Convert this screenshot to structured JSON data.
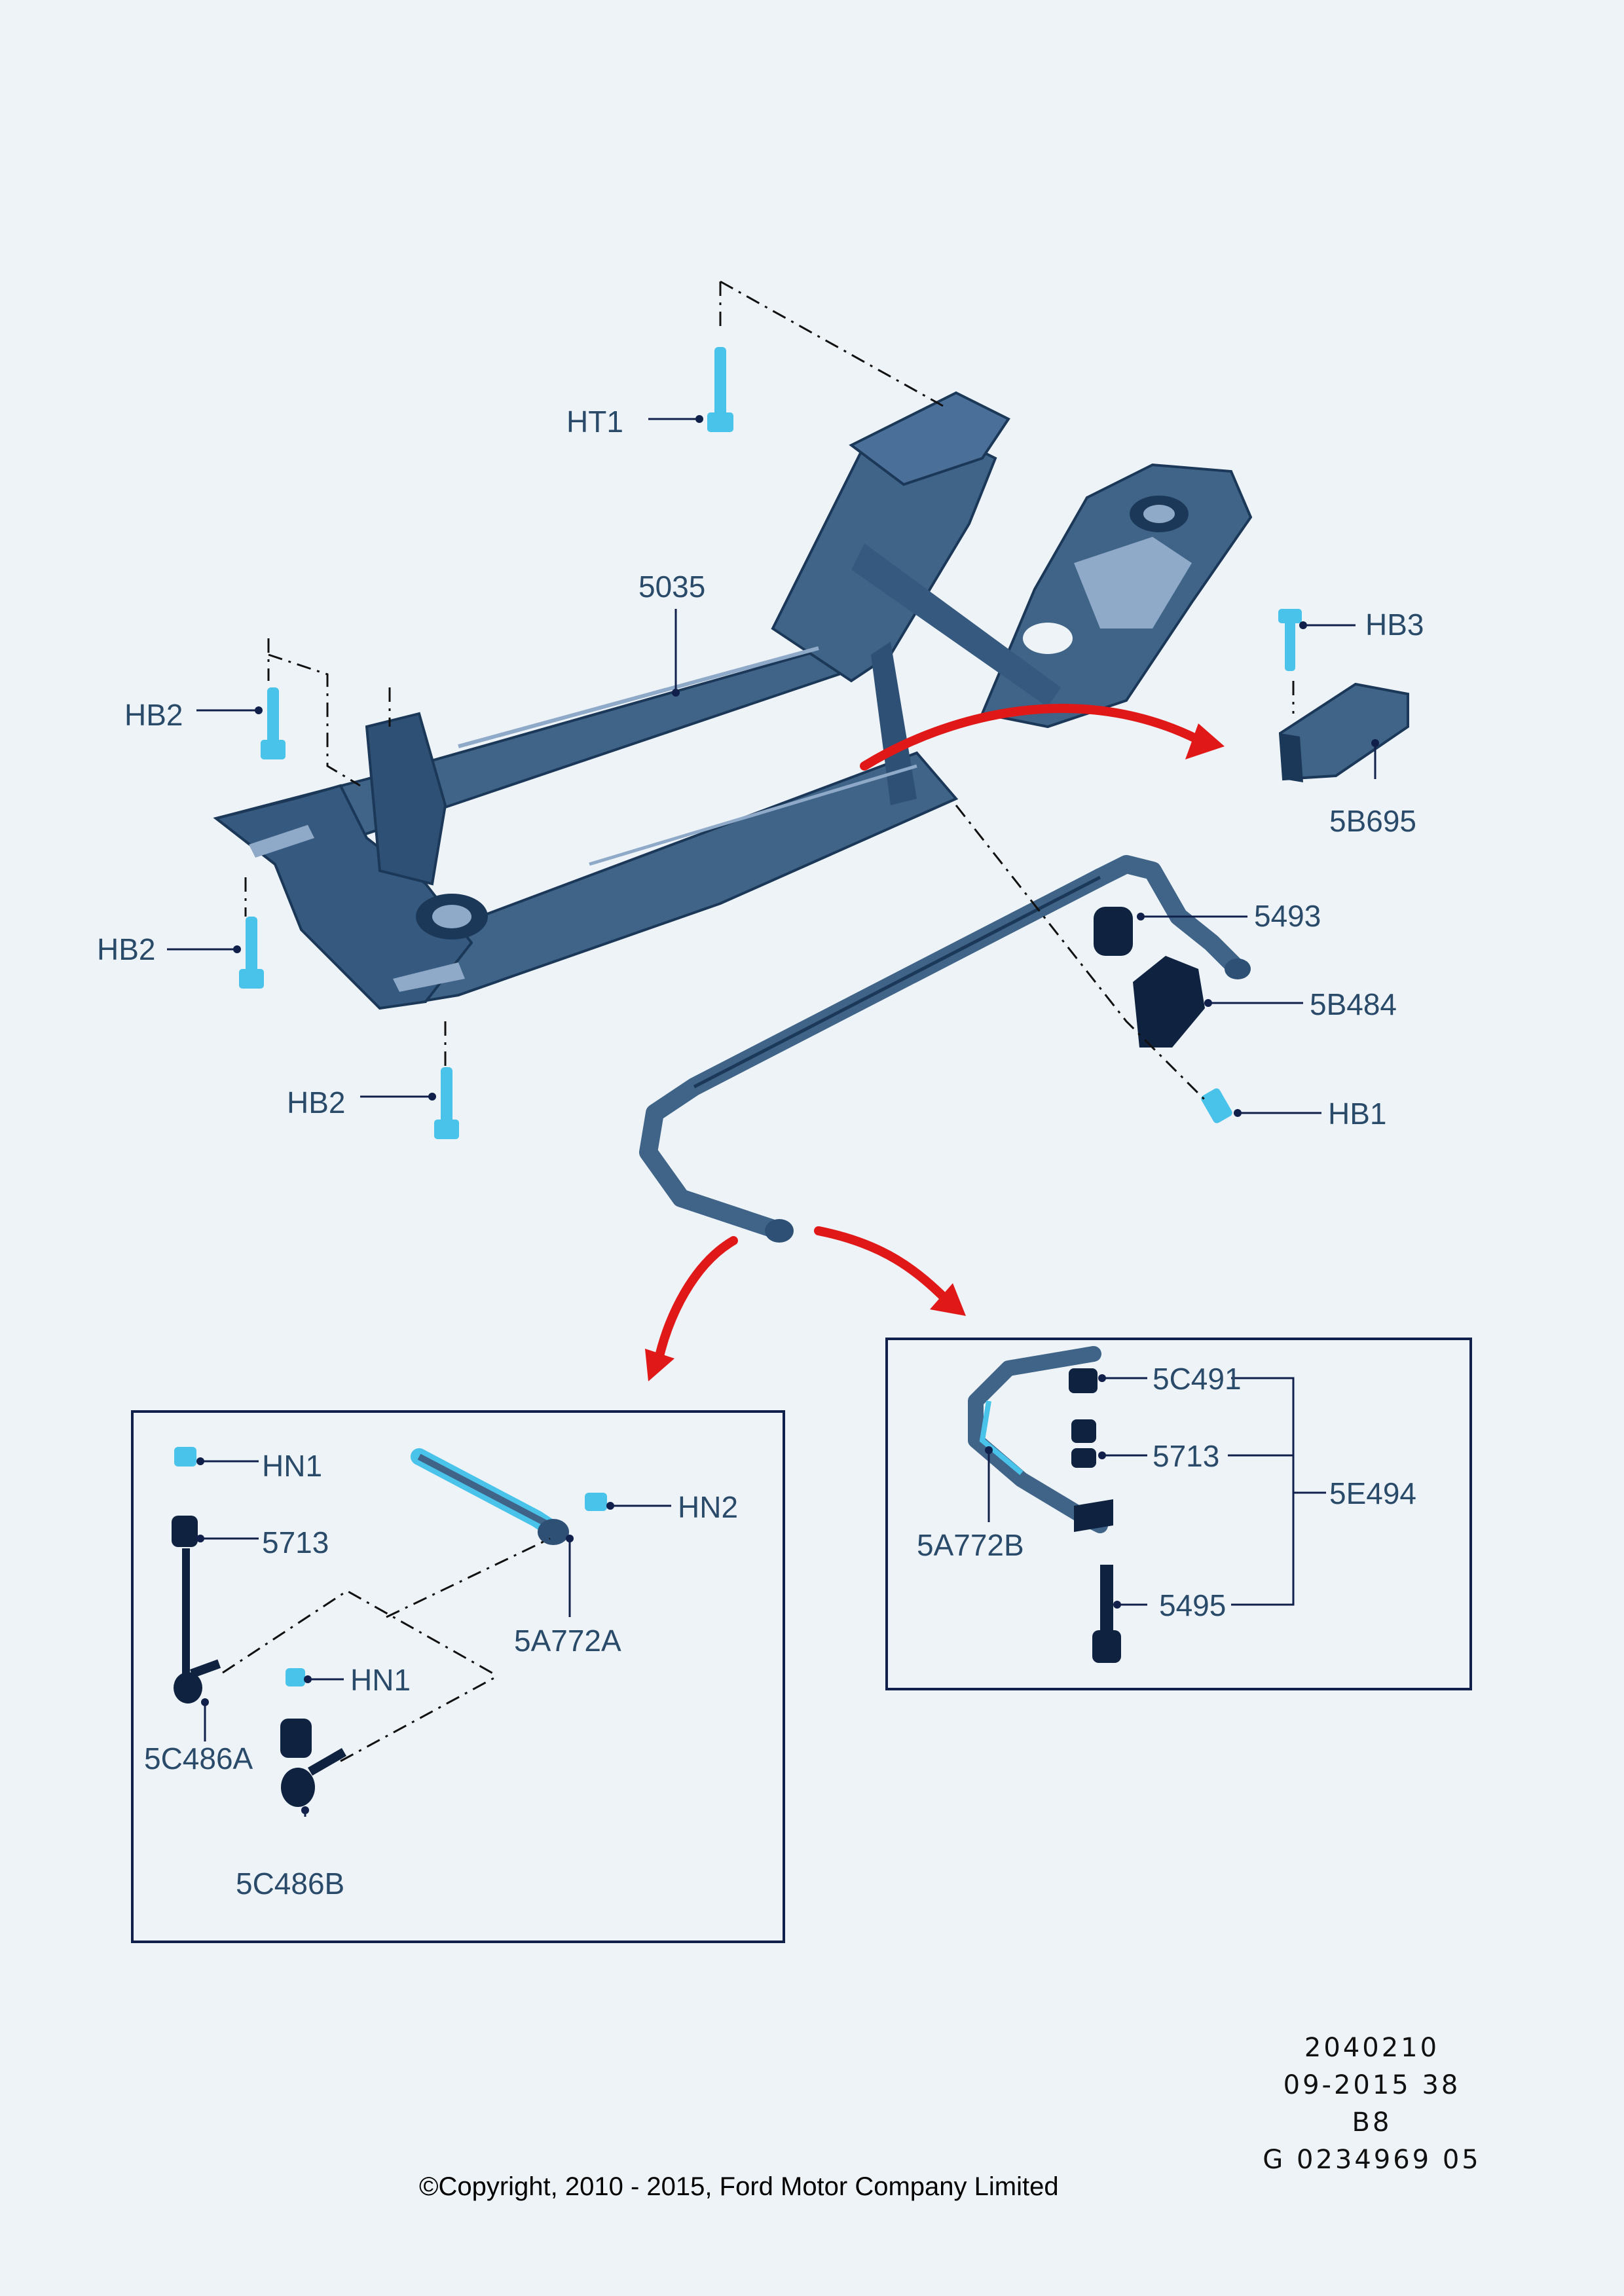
{
  "labels": {
    "ht1": "HT1",
    "p5035": "5035",
    "hb3": "HB3",
    "hb2": "HB2",
    "p5b695": "5B695",
    "p5493": "5493",
    "p5b484": "5B484",
    "hb1": "HB1",
    "hn1": "HN1",
    "p5713": "5713",
    "hn2": "HN2",
    "p5a772a": "5A772A",
    "p5c486a": "5C486A",
    "p5c486b": "5C486B",
    "p5c491": "5C491",
    "p5e494": "5E494",
    "p5a772b": "5A772B",
    "p5495": "5495"
  },
  "reference": {
    "line1": "2040210",
    "line2": "09-2015 38",
    "line3": "B8",
    "line4": "G 0234969 05"
  },
  "copyright": "©Copyright, 2010 - 2015, Ford Motor Company Limited",
  "colors": {
    "background": "#eef3f7",
    "frame": "#3f6488",
    "frame_dark": "#1c3858",
    "frame_light": "#8fa9c8",
    "fastener": "#49c3ea",
    "arrow": "#e01818",
    "label": "#2a4a6a",
    "leader": "#10204a"
  },
  "icons": {
    "arrows": "red-curved-arrow-icon",
    "fasteners": "bolt-icon",
    "parts": "bushing-icon"
  }
}
